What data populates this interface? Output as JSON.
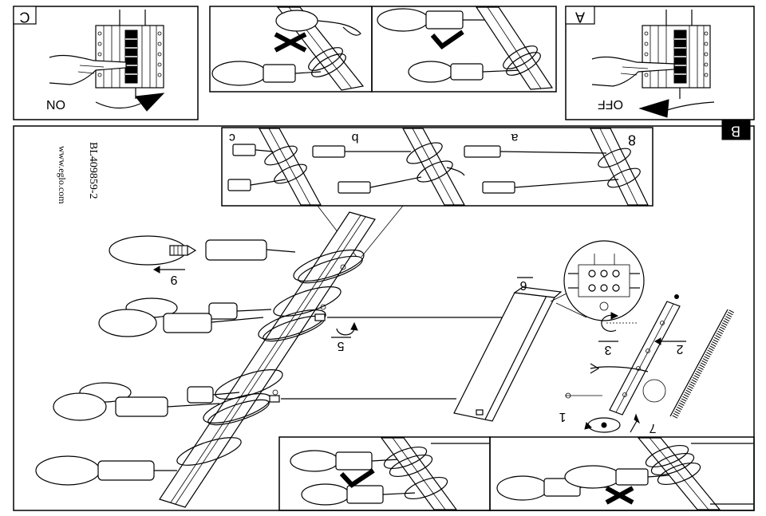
{
  "panels": {
    "c": {
      "label": "C",
      "switch_state": "ON"
    },
    "a": {
      "label": "A",
      "switch_state": "OFF"
    },
    "b": {
      "label": "B"
    }
  },
  "inset_step": {
    "number": "8",
    "variants": [
      "a",
      "b",
      "c"
    ]
  },
  "product": {
    "code": "BL409859-2",
    "website": "www.eglo.com"
  },
  "steps": [
    "9",
    "6",
    "5",
    "3",
    "2",
    "1",
    "7"
  ],
  "icons": [
    "hand-icon",
    "cross-icon",
    "check-icon",
    "curved-arrow-icon",
    "rotate-arrow-icon",
    "bulb-icon",
    "terminal-block-icon"
  ],
  "colors": {
    "ink": "#000000",
    "paper": "#ffffff"
  }
}
